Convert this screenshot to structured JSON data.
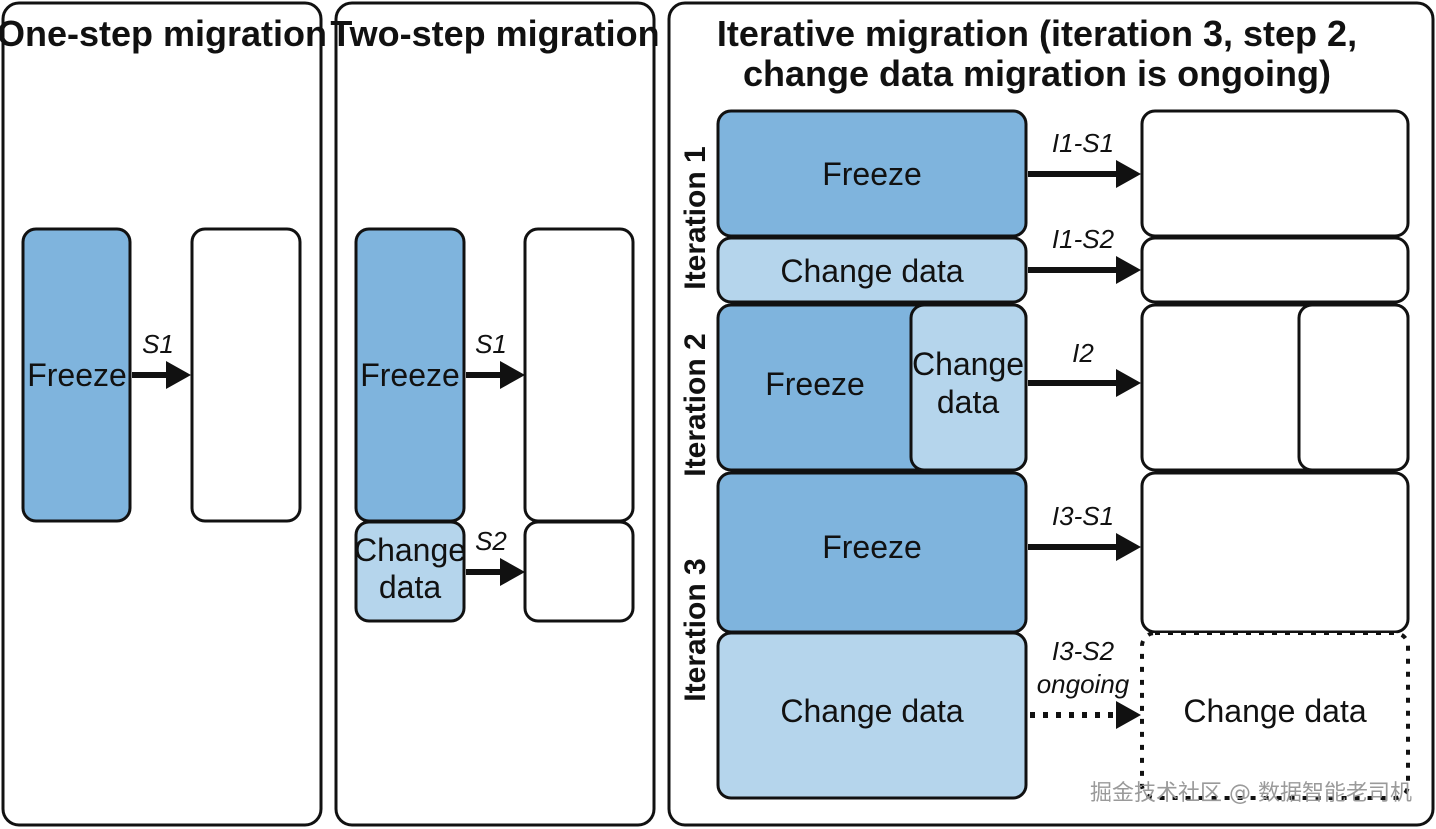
{
  "colors": {
    "freeze": "#7fb4dd",
    "change": "#b5d5ec",
    "stroke": "#111111",
    "empty": "#ffffff"
  },
  "panels": [
    {
      "title": "One-step migration"
    },
    {
      "title": "Two-step migration"
    },
    {
      "title_line1": "Iterative migration (iteration 3, step 2,",
      "title_line2": "change data migration is ongoing)"
    }
  ],
  "one_step": {
    "freeze_label": "Freeze",
    "arrow_label": "S1"
  },
  "two_step": {
    "freeze_label": "Freeze",
    "change_label_line1": "Change",
    "change_label_line2": "data",
    "arrow_s1": "S1",
    "arrow_s2": "S2"
  },
  "iterative": {
    "iterations": [
      "Iteration 1",
      "Iteration 2",
      "Iteration 3"
    ],
    "it1_freeze": "Freeze",
    "it1_change": "Change data",
    "it1_arrow_s1": "I1-S1",
    "it1_arrow_s2": "I1-S2",
    "it2_freeze": "Freeze",
    "it2_change_line1": "Change",
    "it2_change_line2": "data",
    "it2_arrow": "I2",
    "it3_freeze": "Freeze",
    "it3_change": "Change data",
    "it3_arrow_s1": "I3-S1",
    "it3_arrow_s2_line1": "I3-S2",
    "it3_arrow_s2_line2": "ongoing",
    "target_change": "Change data"
  },
  "watermark": "掘金技术社区 @ 数据智能老司机"
}
